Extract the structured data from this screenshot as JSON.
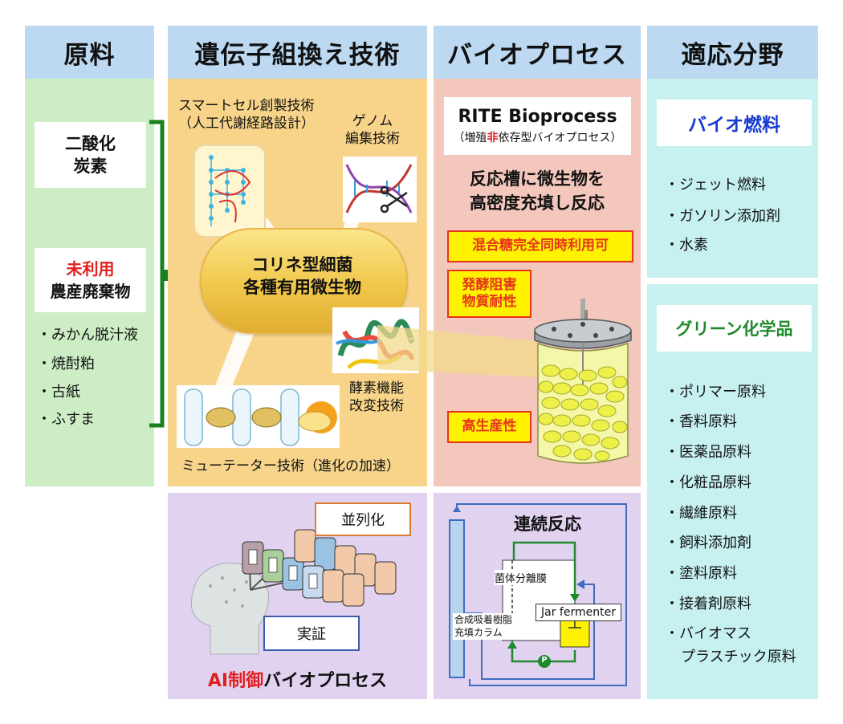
{
  "headers": {
    "raw": "原料",
    "genetic": "遺伝子組換え技術",
    "bioprocess": "バイオプロセス",
    "application": "適応分野"
  },
  "raw_materials": {
    "co2_line1": "二酸化",
    "co2_line2": "炭素",
    "unused": "未利用",
    "agri_waste": "農産廃棄物",
    "items": [
      "・みかん脱汁液",
      "・焼酎粕",
      "・古紙",
      "・ふすま"
    ]
  },
  "genetic": {
    "smart_cell_line1": "スマートセル創製技術",
    "smart_cell_line2": "（人工代謝経路設計）",
    "genome_line1": "ゲノム",
    "genome_line2": "編集技術",
    "bacteria_line1": "コリネ型細菌",
    "bacteria_line2": "各種有用微生物",
    "enzyme_line1": "酵素機能",
    "enzyme_line2": "改変技術",
    "mutator": "ミューテーター技術（進化の加速）"
  },
  "bioprocess": {
    "rite_title": "RITE Bioprocess",
    "rite_sub_a": "（増殖",
    "rite_sub_red": "非",
    "rite_sub_b": "依存型バイオプロセス）",
    "desc_line1": "反応槽に微生物を",
    "desc_line2": "高密度充填し反応",
    "mixed_sugar": "混合糖完全同時利用可",
    "inhibitor_line1": "発酵阻害",
    "inhibitor_line2": "物質耐性",
    "high_productivity": "高生産性"
  },
  "ai_panel": {
    "parallel": "並列化",
    "demo": "実証",
    "title_red": "AI制御",
    "title_black": "バイオプロセス"
  },
  "continuous": {
    "title": "連続反応",
    "membrane": "菌体分離膜",
    "jar": "Jar fermenter",
    "column_line1": "合成吸着樹脂",
    "column_line2": "充填カラム",
    "pump": "P"
  },
  "applications": {
    "biofuel": "バイオ燃料",
    "biofuel_items": [
      "・ジェット燃料",
      "・ガソリン添加剤",
      "・水素"
    ],
    "green_chem": "グリーン化学品",
    "chem_items": [
      "・ポリマー原料",
      "・香料原料",
      "・医薬品原料",
      "・化粧品原料",
      "・繊維原料",
      "・飼料添加剤",
      "・塗料原料",
      "・接着剤原料",
      "・バイオマス",
      "プラスチック原料"
    ]
  },
  "colors": {
    "header_blue": "#bcd9f1",
    "raw_green": "#cdeec4",
    "genetic_orange": "#f7d48a",
    "bioprocess_pink": "#f4c7bd",
    "ai_purple": "#e1d3f0",
    "app_cyan": "#c7f1f1",
    "arrow_green": "#18801f"
  }
}
